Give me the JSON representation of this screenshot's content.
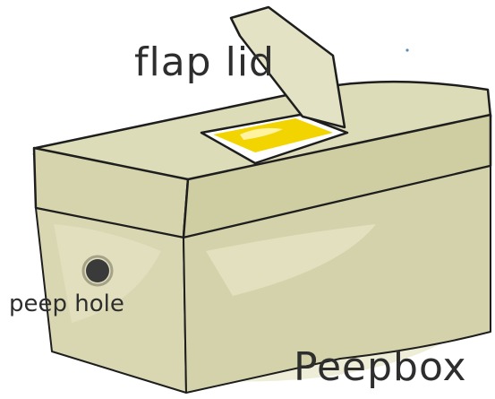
{
  "labels": {
    "flap_lid": "flap lid",
    "peep_hole": "peep hole",
    "title": "Peepbox"
  },
  "colors": {
    "box_fill": "#dddcb8",
    "box_shadow": "#c9c79e",
    "outline": "#1e1e1e",
    "window_paper": "#f2d400",
    "window_highlight": "#fff2a0",
    "hole": "#3a3a3a",
    "text": "#2e2e2e"
  },
  "icons": {
    "peep_hole": "dark-circle-hole"
  }
}
